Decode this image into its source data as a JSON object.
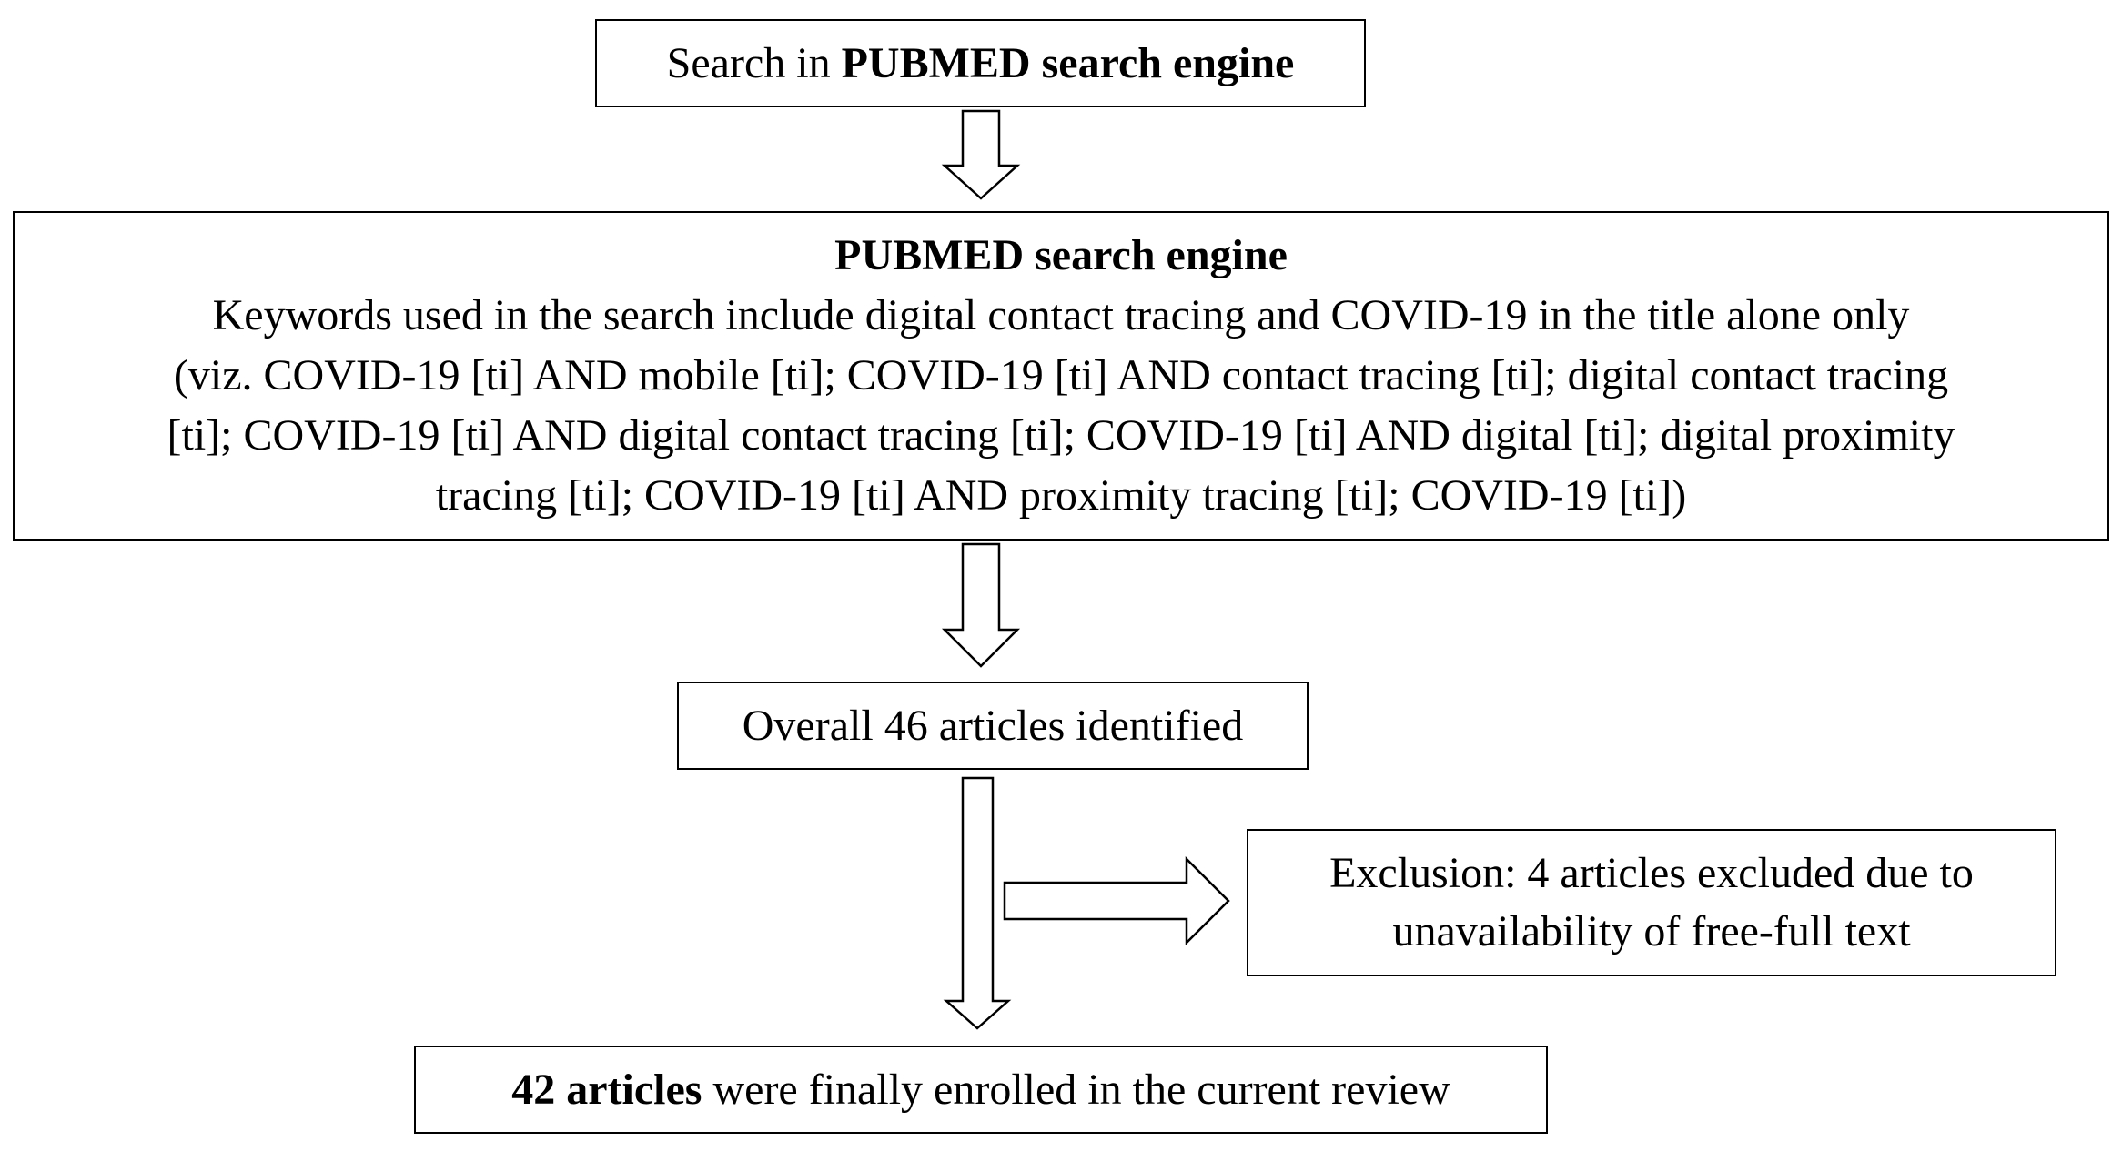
{
  "boxes": {
    "search": {
      "prefix": "Search in ",
      "bold": "PUBMED search engine"
    },
    "pubmed": {
      "title": "PUBMED search engine",
      "line1": "Keywords used in the search include digital contact tracing and COVID-19 in the title alone only",
      "line2": "(viz. COVID-19 [ti] AND mobile [ti]; COVID-19 [ti] AND contact tracing [ti]; digital contact tracing",
      "line3": "[ti]; COVID-19 [ti] AND digital contact tracing [ti]; COVID-19 [ti] AND digital [ti]; digital proximity",
      "line4": "tracing [ti]; COVID-19 [ti] AND proximity tracing [ti]; COVID-19 [ti])"
    },
    "identified": {
      "text": "Overall 46 articles identified"
    },
    "exclusion": {
      "line1": "Exclusion: 4 articles excluded due to",
      "line2": "unavailability of free-full text"
    },
    "enrolled": {
      "bold": "42 articles",
      "suffix": " were finally enrolled in the current review"
    }
  },
  "colors": {
    "stroke": "#000000",
    "fill": "#ffffff"
  }
}
